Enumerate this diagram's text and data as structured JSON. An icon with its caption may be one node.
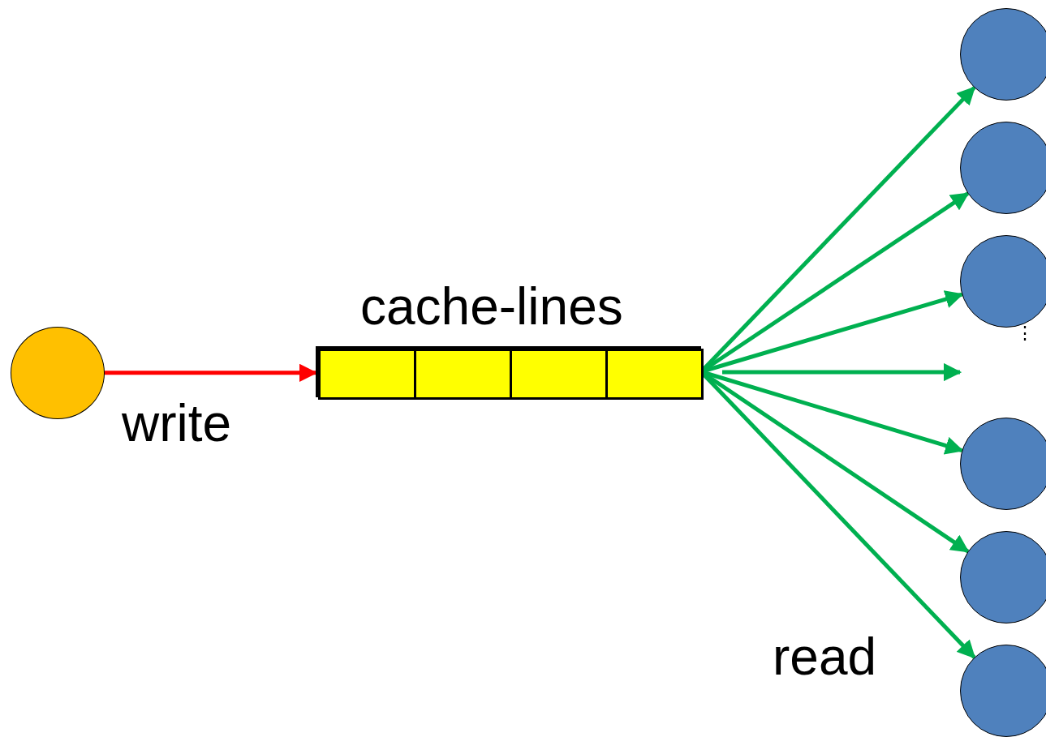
{
  "diagram": {
    "nodes": [
      {
        "text": [],
        "shape": "circle"
      },
      {
        "text": [
          "cache-lines"
        ]
      },
      {
        "text": [],
        "shape": "box",
        "in": 1
      },
      {
        "text": [],
        "shape": "box",
        "in": 1
      },
      {
        "text": [],
        "shape": "box",
        "in": 1
      },
      {
        "text": [],
        "shape": "box",
        "in": 1
      },
      {
        "text": [],
        "shape": "circle"
      },
      {
        "text": [],
        "shape": "circle"
      },
      {
        "text": [],
        "shape": "circle"
      },
      {
        "text": [],
        "shape": "circle"
      },
      {
        "text": [],
        "shape": "circle"
      },
      {
        "text": [],
        "shape": "circle"
      }
    ],
    "edges": [
      {
        "from": 0,
        "to": 1,
        "arrow": "to",
        "label": "write",
        "color": "#ff0000"
      },
      {
        "from": 1,
        "to": 6,
        "arrow": "to"
      },
      {
        "from": 1,
        "to": 7,
        "arrow": "to"
      },
      {
        "from": 1,
        "to": 8,
        "arrow": "to"
      },
      {
        "from": 1,
        "to": null,
        "arrow": "to"
      },
      {
        "from": 1,
        "to": 9,
        "arrow": "to"
      },
      {
        "from": 1,
        "to": 10,
        "arrow": "to"
      },
      {
        "from": 1,
        "to": 11,
        "arrow": "to",
        "label": "read"
      }
    ],
    "labels": [
      "⋮"
    ]
  }
}
